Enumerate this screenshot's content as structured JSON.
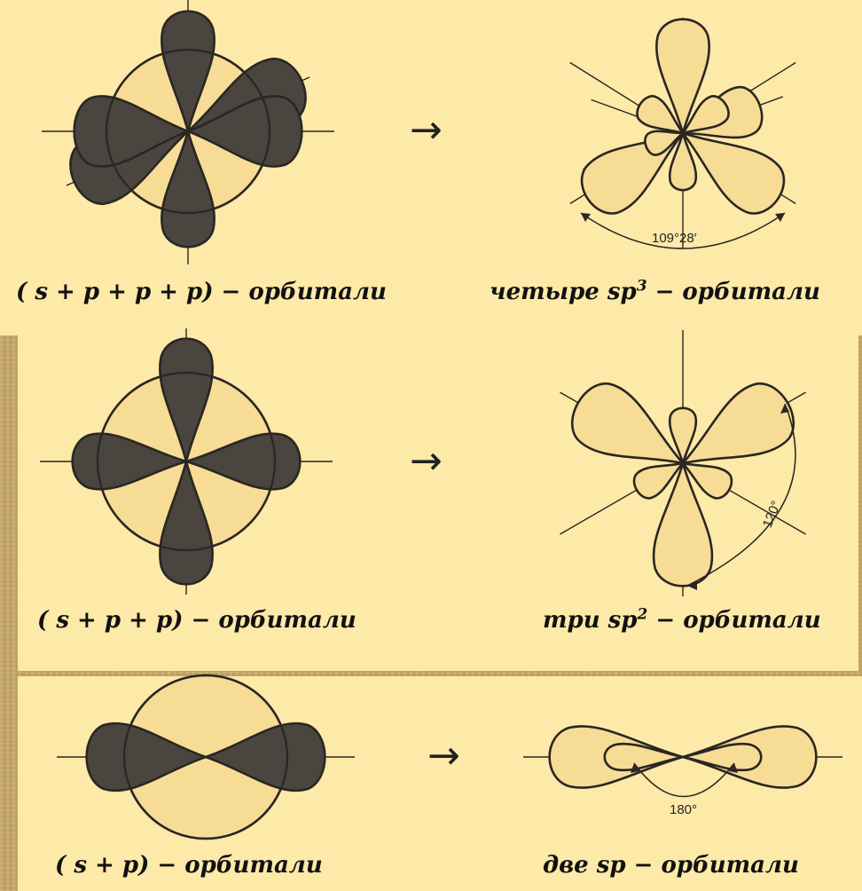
{
  "rows": [
    {
      "left_label": {
        "pre": "( s + p + p + p) − ",
        "word": "орбитали"
      },
      "right_label": {
        "pre": "четыре sp",
        "sup": "3",
        "post": " − орбитали"
      },
      "angle": "109°28′"
    },
    {
      "left_label": {
        "pre": "( s + p + p) − ",
        "word": "орбитали"
      },
      "right_label": {
        "pre": "три sp",
        "sup": "2",
        "post": " − орбитали"
      },
      "angle": "120°"
    },
    {
      "left_label": {
        "pre": "( s + p) − ",
        "word": "орбитали"
      },
      "right_label": {
        "pre": "две sp − ",
        "sup": "",
        "post": "орбитали"
      },
      "angle": "180°"
    }
  ],
  "arrow_glyph": "→",
  "colors": {
    "panel": "#fde9a8",
    "lobe_dark": "#4b4540",
    "lobe_light": "#f6dc95",
    "outline": "#2a2622",
    "background": "#c9a968"
  }
}
